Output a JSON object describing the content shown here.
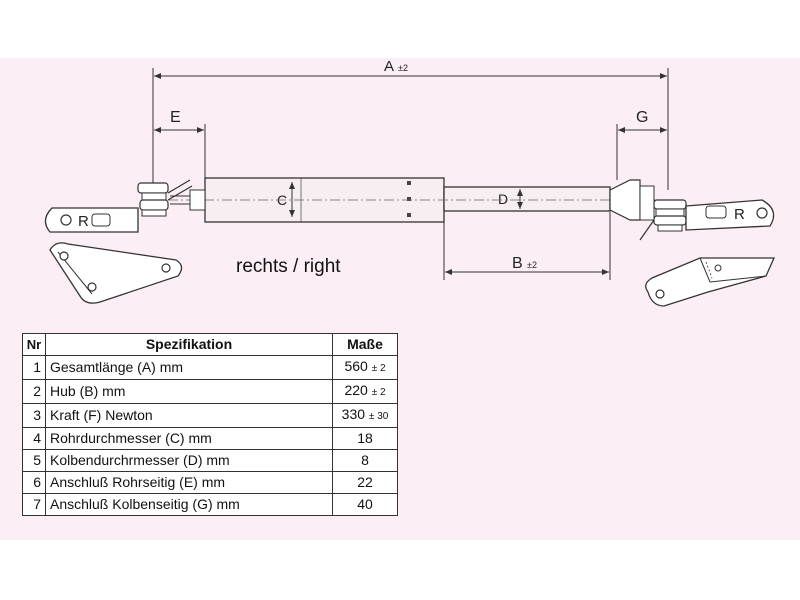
{
  "dimensions": {
    "a_label": "A",
    "a_tol": "±2",
    "b_label": "B",
    "b_tol": "±2",
    "c_label": "C",
    "d_label": "D",
    "e_label": "E",
    "g_label": "G"
  },
  "marks": {
    "left_bracket": "R",
    "right_bracket": "R"
  },
  "caption": "rechts / right",
  "table": {
    "headers": {
      "nr": "Nr",
      "spec": "Spezifikation",
      "value": "Maße"
    },
    "rows": [
      {
        "nr": "1",
        "spec": "Gesamtlänge (A) mm",
        "value": "560",
        "tol": "± 2"
      },
      {
        "nr": "2",
        "spec": "Hub (B)  mm",
        "value": "220",
        "tol": "± 2"
      },
      {
        "nr": "3",
        "spec": "Kraft (F) Newton",
        "value": "330",
        "tol": "± 30"
      },
      {
        "nr": "4",
        "spec": "Rohrdurchmesser (C) mm",
        "value": "18",
        "tol": ""
      },
      {
        "nr": "5",
        "spec": "Kolbendurchrmesser (D) mm",
        "value": "8",
        "tol": ""
      },
      {
        "nr": "6",
        "spec": "Anschluß Rohrseitig (E) mm",
        "value": "22",
        "tol": ""
      },
      {
        "nr": "7",
        "spec": "Anschluß Kolbenseitig (G) mm",
        "value": "40",
        "tol": ""
      }
    ]
  },
  "colors": {
    "background_band": "#fbeef5",
    "line": "#333333"
  }
}
